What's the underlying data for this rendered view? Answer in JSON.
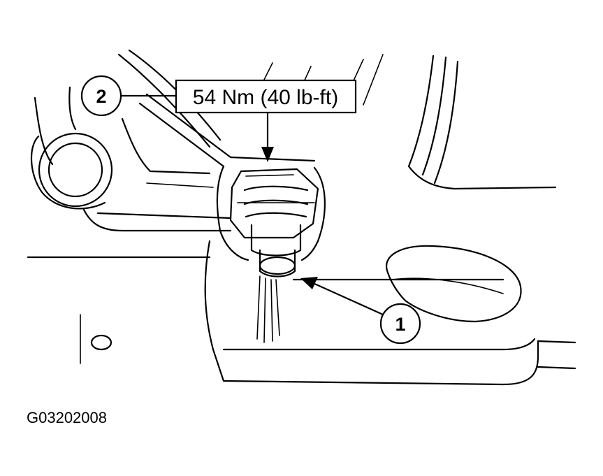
{
  "figure_id": "G03202008",
  "torque_spec": "54 Nm (40 lb-ft)",
  "callouts": [
    {
      "number": "1"
    },
    {
      "number": "2"
    }
  ]
}
